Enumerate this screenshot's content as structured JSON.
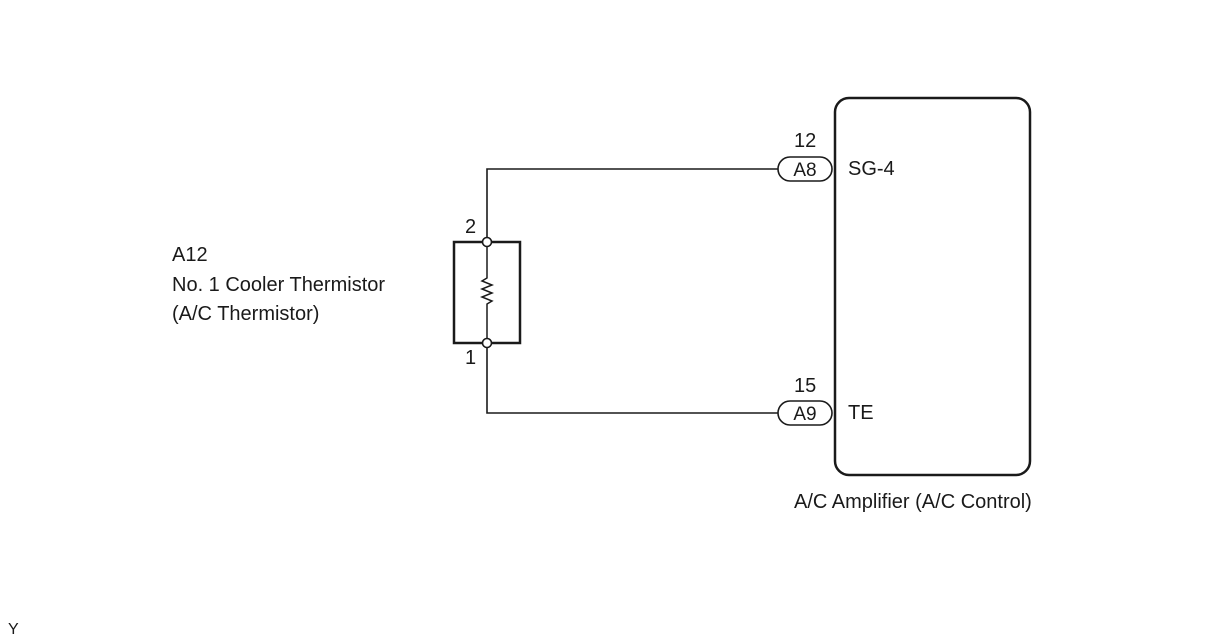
{
  "thermistor": {
    "code": "A12",
    "name": "No. 1 Cooler Thermistor",
    "alias": "(A/C Thermistor)",
    "pin_top": "2",
    "pin_bottom": "1"
  },
  "amplifier": {
    "name": "A/C Amplifier (A/C Control)",
    "terminals": [
      {
        "pin": "12",
        "connector": "A8",
        "signal": "SG-4"
      },
      {
        "pin": "15",
        "connector": "A9",
        "signal": "TE"
      }
    ]
  },
  "corner_mark": "Y"
}
